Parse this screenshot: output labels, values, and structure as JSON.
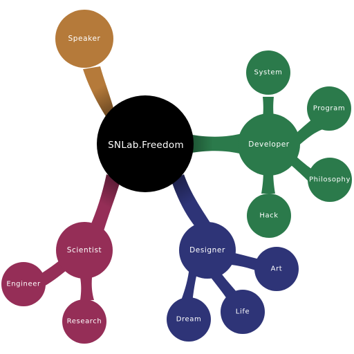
{
  "colors": {
    "center": "#000000",
    "speaker": "#b57a3a",
    "developer": "#2b7a4b",
    "designer": "#2e3477",
    "scientist": "#952e57"
  },
  "mindmap": {
    "center": {
      "label": "SNLab.Freedom"
    },
    "branches": [
      {
        "label": "Speaker",
        "color": "speaker",
        "children": []
      },
      {
        "label": "Developer",
        "color": "developer",
        "children": [
          {
            "label": "System"
          },
          {
            "label": "Program"
          },
          {
            "label": "Philosophy"
          },
          {
            "label": "Hack"
          }
        ]
      },
      {
        "label": "Designer",
        "color": "designer",
        "children": [
          {
            "label": "Art"
          },
          {
            "label": "Life"
          },
          {
            "label": "Dream"
          }
        ]
      },
      {
        "label": "Scientist",
        "color": "scientist",
        "children": [
          {
            "label": "Engineer"
          },
          {
            "label": "Research"
          }
        ]
      }
    ]
  }
}
